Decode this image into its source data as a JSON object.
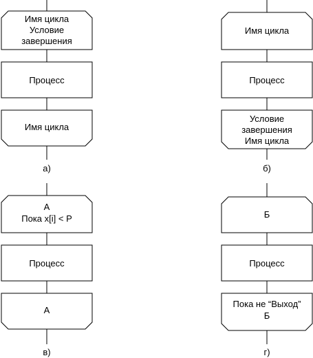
{
  "diagrams": [
    {
      "caption": "а)",
      "top": [
        "Имя цикла",
        "Условие",
        "завершения"
      ],
      "middle": [
        "Процесс"
      ],
      "bottom": [
        "Имя цикла"
      ]
    },
    {
      "caption": "б)",
      "top": [
        "Имя цикла"
      ],
      "middle": [
        "Процесс"
      ],
      "bottom": [
        "Условие",
        "завершения",
        "Имя цикла"
      ]
    },
    {
      "caption": "в)",
      "top": [
        "А",
        "Пока x[i] < P"
      ],
      "middle": [
        "Процесс"
      ],
      "bottom": [
        "А"
      ]
    },
    {
      "caption": "г)",
      "top": [
        "Б"
      ],
      "middle": [
        "Процесс"
      ],
      "bottom": [
        "Пока не “Выход”",
        "Б"
      ]
    }
  ]
}
